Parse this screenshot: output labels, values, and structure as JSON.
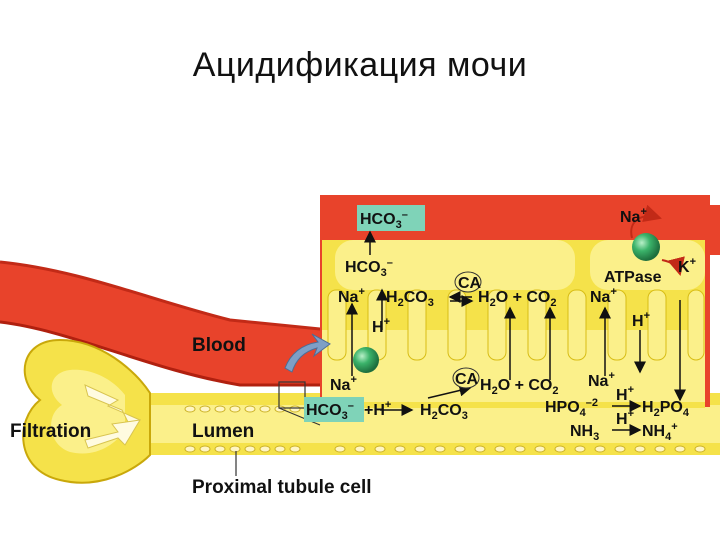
{
  "title": "Ацидификация мочи",
  "colors": {
    "blood": "#e8432b",
    "blood_dark": "#c22a17",
    "cell": "#f5e24a",
    "cell_light": "#fbf08a",
    "hco3_box": "#7fd3b8",
    "transporter": "#2e9a5a"
  },
  "labels": {
    "blood": "Blood",
    "filtration": "Filtration",
    "lumen": "Lumen",
    "proximal": "Proximal tubule cell"
  },
  "reactions": {
    "hco3_top": "HCO",
    "hco3_top_sub": "3",
    "hco3_top_sup": "–",
    "na_top_right": "Na",
    "na_top_right_sup": "+",
    "hco3_cell": "HCO",
    "hco3_cell_sub": "3",
    "hco3_cell_sup": "–",
    "ca_upper": "CA",
    "na_upper": "Na",
    "na_upper_sup": "+",
    "h2co3_upper": "H",
    "h2co3_upper_sub": "2",
    "h2co3_upper_tail": "CO",
    "h2co3_upper_sub2": "3",
    "h2o_upper": "H",
    "h2o_upper_sub": "2",
    "h2o_upper_tail": "O + CO",
    "h2o_upper_sub2": "2",
    "na_atp": "Na",
    "na_atp_sup": "+",
    "atpase": "ATPase",
    "k_plus": "K",
    "k_plus_sup": "+",
    "h_upper": "H",
    "h_upper_sup": "+",
    "h_right": "H",
    "h_right_sup": "+",
    "na_lower": "Na",
    "na_lower_sup": "+",
    "ca_lower": "CA",
    "h2o_lower": "H",
    "h2o_lower_sub": "2",
    "h2o_lower_tail": "O + CO",
    "h2o_lower_sub2": "2",
    "na_lower_right": "Na",
    "na_lower_right_sup": "+",
    "hco3_lumen": "HCO",
    "hco3_lumen_sub": "3",
    "hco3_lumen_sup": "–",
    "plus_h": "+H",
    "plus_h_sup": "+",
    "h2co3_lower": "H",
    "h2co3_lower_sub": "2",
    "h2co3_lower_tail": "CO",
    "h2co3_lower_sub2": "3",
    "hpo4": "HPO",
    "hpo4_sub": "4",
    "hpo4_sup": "–2",
    "h_hpo4": "H",
    "h_hpo4_sup": "+",
    "h2po4": "H",
    "h2po4_sub": "2",
    "h2po4_tail": "PO",
    "h2po4_sub2": "4",
    "nh3": "NH",
    "nh3_sub": "3",
    "h_nh3": "H",
    "h_nh3_sup": "+",
    "nh4": "NH",
    "nh4_sub": "4",
    "nh4_sup": "+"
  }
}
